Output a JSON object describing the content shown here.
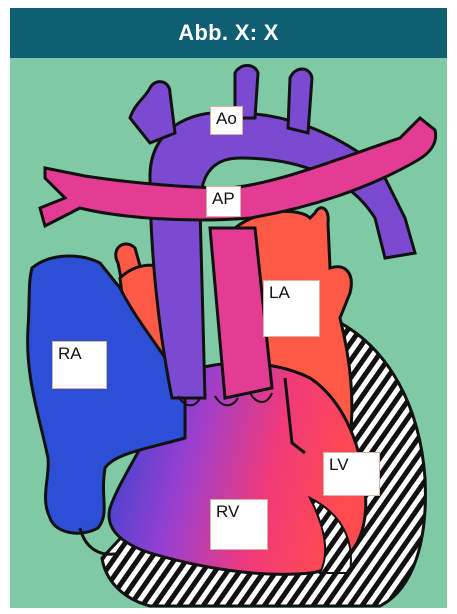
{
  "header": {
    "title": "Abb. X: X"
  },
  "labels": {
    "ao": "Ao",
    "ap": "AP",
    "la": "LA",
    "ra": "RA",
    "lv": "LV",
    "rv": "RV"
  },
  "colors": {
    "header_bg": "#0f5f73",
    "background": "#7fc9a4",
    "aorta": "#7a4bd0",
    "pulmonary": "#e23c93",
    "left_atrium": "#ff5a46",
    "right_atrium": "#2d4fd6",
    "myocardium_stripes": "#111111"
  }
}
